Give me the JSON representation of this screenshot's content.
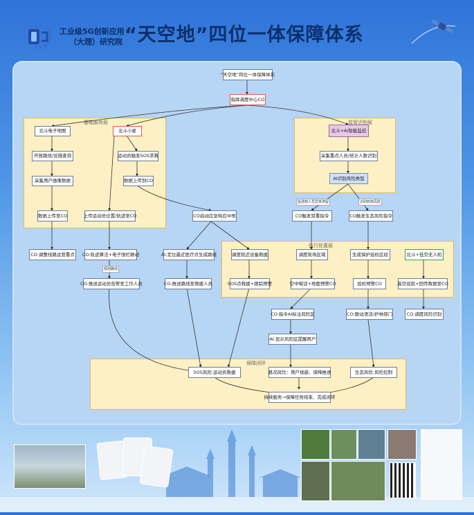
{
  "header": {
    "org_line1": "工业级5G创新应用",
    "org_line2": "（大理）研究院",
    "title": "“天空地”四位一体保障体系"
  },
  "diagram": {
    "groups": {
      "basic": "基础服务层",
      "monitor": "监管识别层",
      "exec": "执行处置层",
      "guarantee": "保障闭环"
    },
    "edge_labels": {
      "e1": "监测到人员异常滞留",
      "e2": "识别到高风险",
      "e3": "规划路线"
    },
    "nodes": {
      "root": "“天空地”四位一体保障体系",
      "center": "指挥调度中心CO",
      "beidou_map": "北斗电子地图",
      "beidou_small": "北斗小星",
      "beidou_ai": "北斗+AI智能监控",
      "open_track": "开放路线/设施查询",
      "sos_request": "运动员触发SOS求救",
      "collect_user": "采集用户画像数据",
      "data_upload": "数据上传到CO",
      "collect_crowd": "采集重点人员/统计人数识别",
      "ai_risk": "AI识别风险类型",
      "data_to_co": "数据上传至CO",
      "upload_loc": "上传运动员位置/轨迹至CO",
      "co_emergency": "CO启动应急响应中枢",
      "co_trigger_crowd": "CO触发双重指令",
      "co_trigger_eco": "CO触发生态风险指令",
      "adjust_route": "CO:调整线路运营重点",
      "co_track": "CO:轨迹算法+电子围栏联动",
      "ai_locate": "AI:定位最近医疗点生成路线",
      "dispatch_rescue": "调度就近设备救援",
      "dispatch_field": "调度现场区域",
      "eco_patrol": "生成保护巡检区段",
      "beidou_drone": "北斗+低空无人机",
      "co_notify": "CO:推送运动员告警至工作人员",
      "co_rescue": "CO:推送路线至救援人员",
      "sos_send": "SOS点救援+跟踪预警",
      "air_ground": "空中喊话+地面预警CO",
      "patrol_warning": "巡检预警CO",
      "aerial_bridge": "高空巡航+回传数据至CO",
      "co_ai_point": "CO:指令AI标注风险区",
      "co_link_env": "CO:联动清洁/护林部门",
      "co_drone_id": "CO:调度风险识别",
      "ai_notice": "AI:显示风险区提醒用户",
      "sos_rescue": "SOS风险:运动员救援",
      "route_risk": "路况风险：用户规避、保障推进",
      "eco_risk": "生态风险:风险控制",
      "final": "持续服务→保障任务结束、完成闭环"
    }
  }
}
